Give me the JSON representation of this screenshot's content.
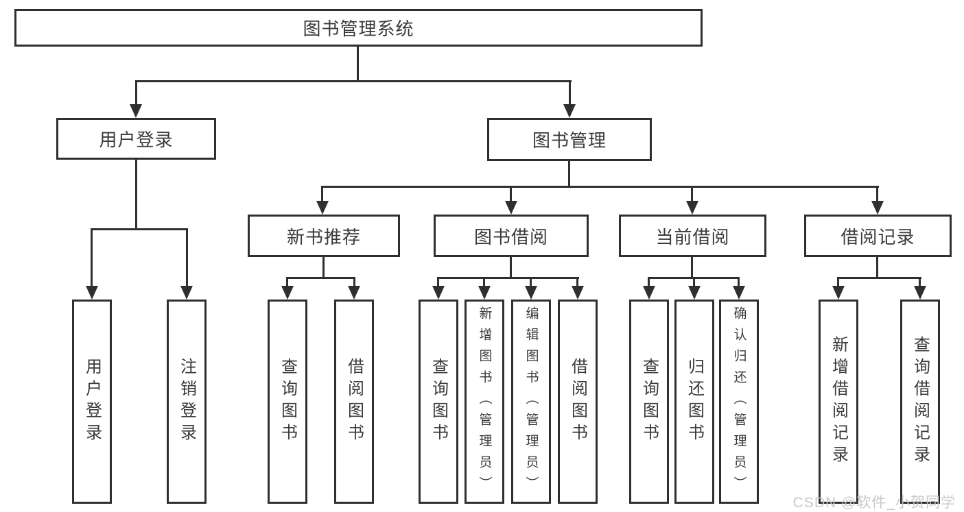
{
  "page": {
    "watermark": "CSDN @软件_小贺同学"
  },
  "palette": {
    "line_color": "#2f2f2f",
    "text_color": "#3a3a3a",
    "box_fill": "#ffffff",
    "background": "#ffffff",
    "watermark_color": "#c5c5c5"
  },
  "tree": {
    "root": {
      "label": "图书管理系统",
      "children": [
        {
          "label": "用户登录",
          "children": [
            {
              "label": "用户登录"
            },
            {
              "label": "注销登录"
            }
          ]
        },
        {
          "label": "图书管理",
          "children": [
            {
              "label": "新书推荐",
              "children": [
                {
                  "label": "查询图书"
                },
                {
                  "label": "借阅图书"
                }
              ]
            },
            {
              "label": "图书借阅",
              "children": [
                {
                  "label": "查询图书"
                },
                {
                  "label": "新增图书（管理员）"
                },
                {
                  "label": "编辑图书（管理员）"
                },
                {
                  "label": "借阅图书"
                }
              ]
            },
            {
              "label": "当前借阅",
              "children": [
                {
                  "label": "查询图书"
                },
                {
                  "label": "归还图书"
                },
                {
                  "label": "确认归还（管理员）"
                }
              ]
            },
            {
              "label": "借阅记录",
              "children": [
                {
                  "label": "新增借阅记录"
                },
                {
                  "label": "查询借阅记录"
                }
              ]
            }
          ]
        }
      ]
    }
  }
}
